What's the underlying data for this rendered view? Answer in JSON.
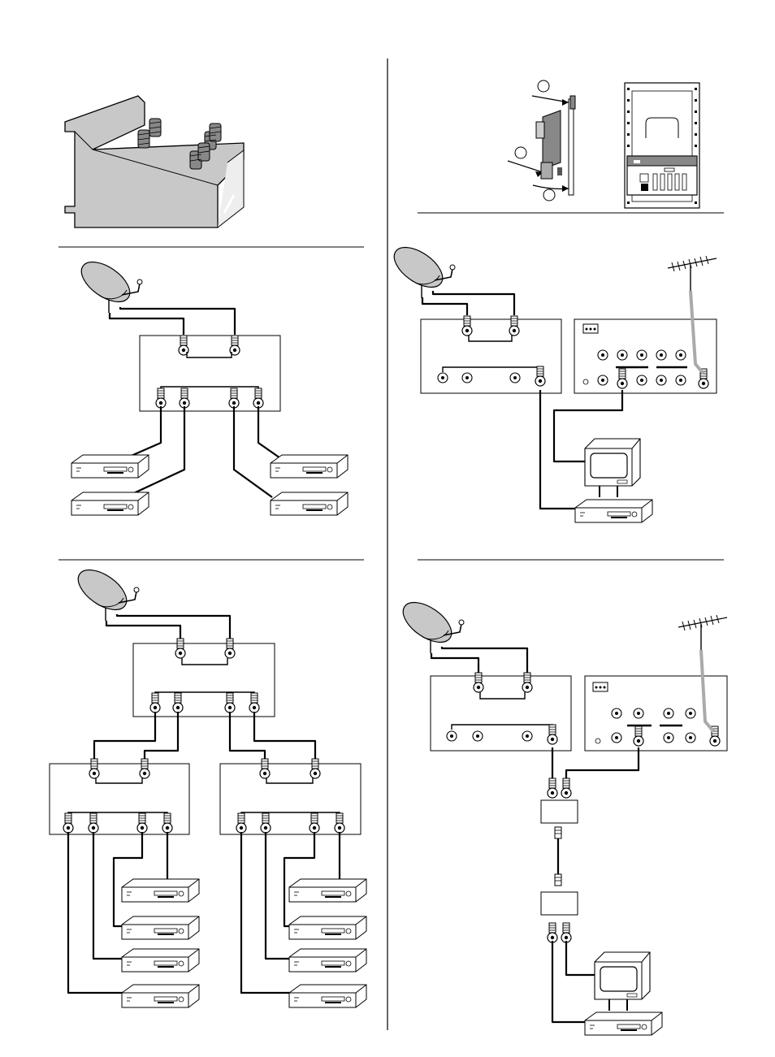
{
  "page": {
    "background": "#ffffff",
    "line_color": "#000000",
    "shade_color": "#d0d0d0"
  },
  "panels": [
    {
      "id": "mounting-bracket",
      "icons": [
        "bracket-with-connectors-icon"
      ]
    },
    {
      "id": "module-insertion",
      "callouts": [
        "",
        "",
        ""
      ],
      "icons": [
        "module-card-icon",
        "rack-frame-icon"
      ]
    },
    {
      "id": "dish-to-4-receivers",
      "icons": [
        "satellite-dish-icon",
        "multiswitch-icon",
        "satellite-receiver-icon"
      ],
      "receiver_count": 4
    },
    {
      "id": "dish-tv-antenna-combo",
      "icons": [
        "satellite-dish-icon",
        "multiswitch-icon",
        "terrestrial-amplifier-icon",
        "tv-antenna-icon",
        "tv-set-icon",
        "satellite-receiver-icon"
      ]
    },
    {
      "id": "cascaded-multiswitch-8-receivers",
      "icons": [
        "satellite-dish-icon",
        "multiswitch-icon",
        "satellite-receiver-icon"
      ],
      "receiver_count": 8
    },
    {
      "id": "diplexer-combination",
      "icons": [
        "satellite-dish-icon",
        "multiswitch-icon",
        "terrestrial-amplifier-icon",
        "tv-antenna-icon",
        "diplexer-icon",
        "tv-set-icon",
        "satellite-receiver-icon"
      ]
    }
  ]
}
